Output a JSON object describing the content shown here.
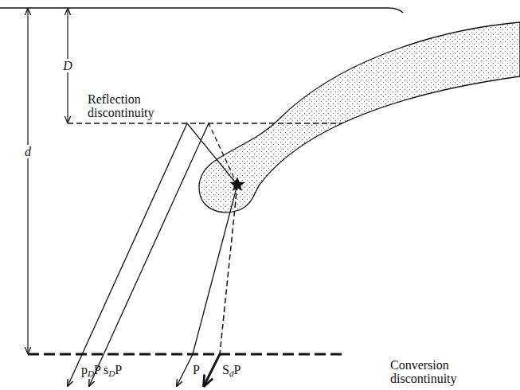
{
  "diagram": {
    "labels": [
      "D",
      "Reflection discontinuity",
      "d",
      "pDP",
      "sDP",
      "P",
      "SdP",
      "Conversion discontinuity"
    ]
  }
}
